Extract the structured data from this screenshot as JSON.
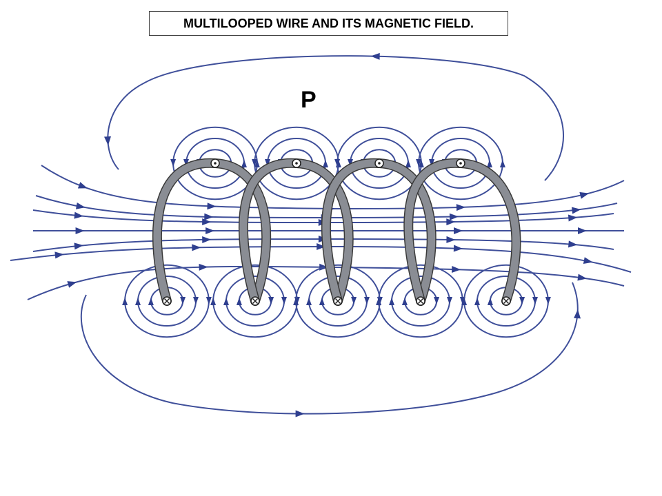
{
  "title": "MULTILOOPED WIRE AND ITS MAGNETIC FIELD.",
  "point_label": "P",
  "colors": {
    "field_line": "#3f4f9a",
    "arrow": "#2f3f8f",
    "coil": "#8a8d94",
    "coil_edge": "#3a3a3a"
  },
  "symbols": {
    "current_out": "dot-in-circle",
    "current_in": "cross-in-circle"
  },
  "loop_count": 4
}
